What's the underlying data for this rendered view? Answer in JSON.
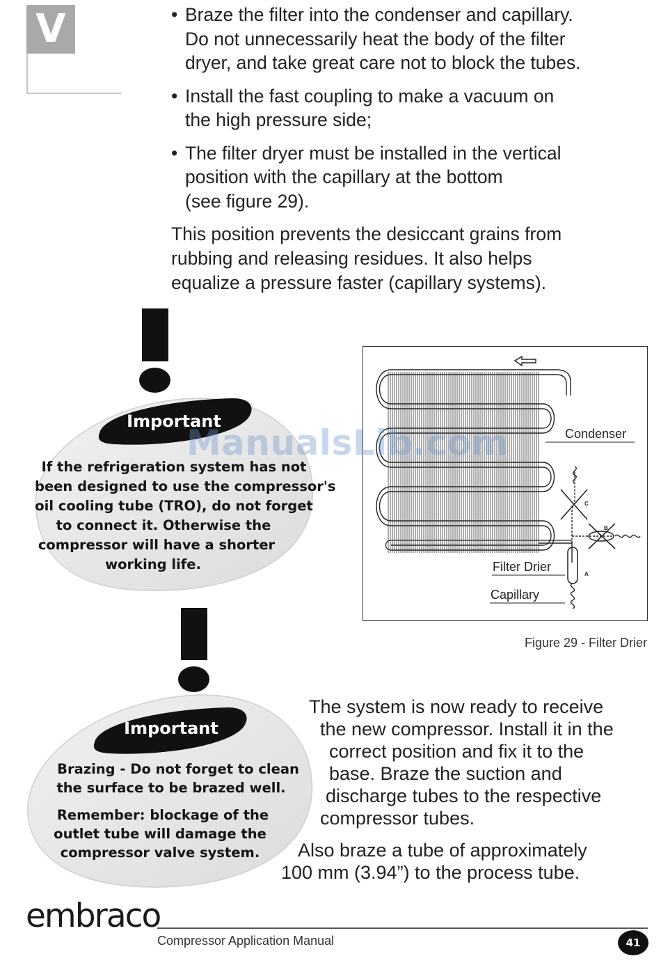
{
  "section": {
    "letter": "V"
  },
  "bullets": [
    [
      "• Braze the filter into the condenser and capillary.",
      "Do not unnecessarily heat the body of the filter",
      "dryer, and take great care not to block the tubes."
    ],
    [
      "• Install the fast coupling to make a vacuum on",
      "the high pressure side;"
    ],
    [
      "• The filter dryer must be installed in the vertical",
      "position with the capillary at the bottom",
      "(see figure 29)."
    ]
  ],
  "para1": [
    "This position prevents the desiccant grains from",
    "rubbing and releasing residues. It also helps",
    "equalize a pressure faster (capillary systems)."
  ],
  "callout1": {
    "title": "Important",
    "lines": [
      "If the refrigeration system has not",
      "been designed to use the compressor's",
      "oil cooling tube (TRO), do not forget",
      "to connect it. Otherwise the",
      "compressor will have a shorter",
      "working life."
    ]
  },
  "callout2": {
    "title": "Important",
    "lines": [
      "Brazing - Do not forget to clean",
      "the surface to be brazed well.",
      "Remember: blockage of the",
      "outlet tube will damage the",
      "compressor valve system."
    ]
  },
  "figure": {
    "labels": {
      "condenser": "Condenser",
      "filter_drier": "Filter Drier",
      "capillary": "Capillary"
    },
    "points": {
      "a": "A",
      "b": "B",
      "c": "C"
    },
    "caption": "Figure 29 - Filter Drier"
  },
  "para2": [
    "The system is now ready to receive",
    "the new compressor. Install it in the",
    "correct position and fix it to the",
    "base. Braze the suction and",
    "discharge tubes to the respective",
    "compressor tubes.",
    "Also braze a tube of  approximately",
    "100 mm (3.94”) to the process tube."
  ],
  "watermark": "ManualsLib.com",
  "footer": {
    "brand": "embraco",
    "title": "Compressor Application Manual",
    "page": "41"
  }
}
